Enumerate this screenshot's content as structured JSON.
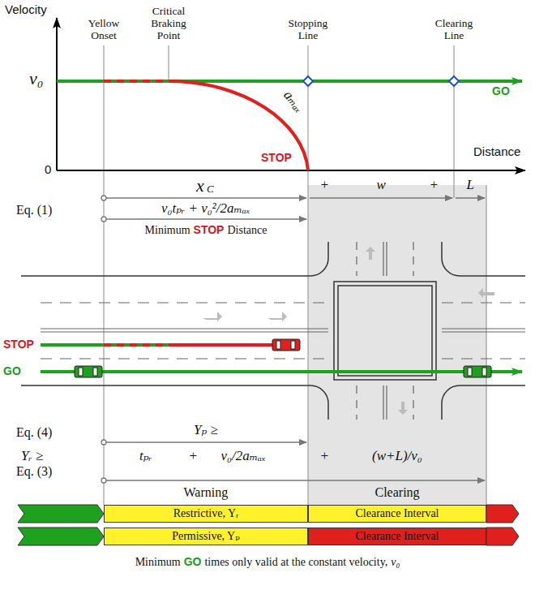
{
  "diagram": {
    "nodes": [
      {
        "text": [
          "Restrictive, Yᵣ"
        ]
      },
      {
        "text": [
          "Clearance Interval"
        ]
      },
      {
        "text": [
          "Permissive, Yₚ"
        ]
      },
      {
        "text": [
          "Clearance Interval"
        ]
      }
    ],
    "labels": [
      "Velocity",
      "Yellow Onset",
      "Critical Braking Point",
      "Stopping Line",
      "Clearing Line",
      "v₀",
      "GO",
      "STOP",
      "Distance",
      "0",
      "aₘₐₓ",
      "x",
      "C",
      "+",
      "w",
      "+",
      "L",
      "Eq. (1)",
      "v₀tₚᵣ + v₀²/2aₘₐₓ",
      "Minimum",
      "STOP",
      "Distance",
      "STOP",
      "GO",
      "Eq. (4)",
      "Yₚ ≥",
      "Yᵣ ≥",
      "tₚᵣ",
      "+",
      "v₀/2aₘₐₓ",
      "+",
      "(w+L)/v₀",
      "Eq. (3)",
      "Warning",
      "Clearing",
      "Minimum",
      "GO",
      "times only valid at the constant velocity,",
      "v₀"
    ]
  }
}
